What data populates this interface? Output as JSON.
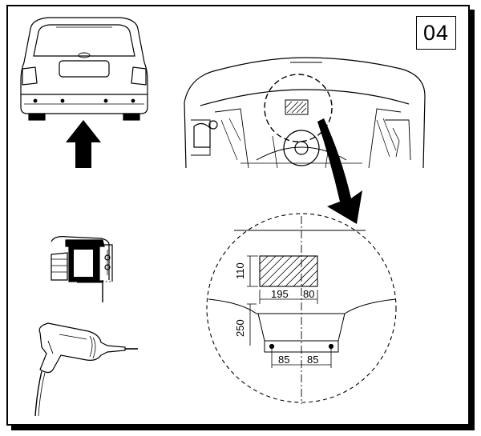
{
  "step_label": "04",
  "dimensions": {
    "zone_height": "110",
    "zone_left_width": "195",
    "zone_right_width": "80",
    "drop_height": "250",
    "hole_left_offset": "85",
    "hole_right_offset": "85"
  }
}
